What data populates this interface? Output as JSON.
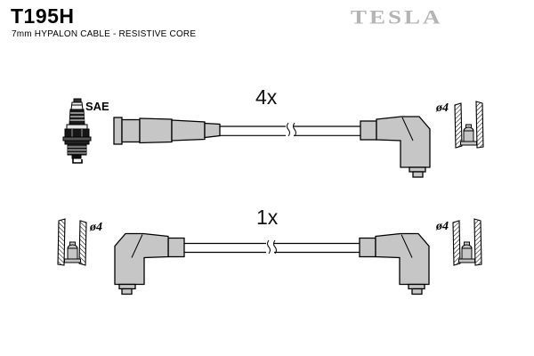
{
  "header": {
    "part_number": "T195H",
    "subtitle": "7mm HYPALON CABLE - RESISTIVE CORE",
    "brand_logo": "TESLA"
  },
  "colors": {
    "boot_fill": "#c6c6c6",
    "outline": "#000000",
    "brand_gray": "#b4b4b4"
  },
  "top_assembly": {
    "quantity": "4x",
    "plug_label": "SAE",
    "right_diameter": "ø4"
  },
  "bottom_assembly": {
    "quantity": "1x",
    "left_diameter": "ø4",
    "right_diameter": "ø4"
  },
  "icons": {
    "spark_plug": "spark-plug-icon",
    "terminal_socket": "terminal-socket-icon"
  }
}
